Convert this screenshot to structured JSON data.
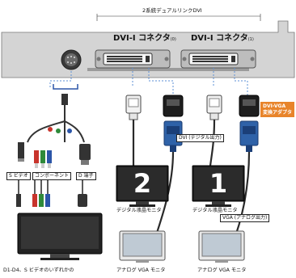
{
  "title": "2系統デュアルリンクDVI",
  "ports": {
    "left_label": "DVI-I コネクタ",
    "left_tag": "(0)",
    "right_label": "DVI-I コネクタ",
    "right_tag": "(1)"
  },
  "adapter_label_line1": "DVI-VGA",
  "adapter_label_line2": "変換アダプタ",
  "digital_output_label": "DVI (デジタル出力)",
  "vga_output_label": "VGA (アナログ出力)",
  "monitors": {
    "digital_2_number": "2",
    "digital_1_number": "1",
    "digital_2_label": "デジタル液晶モニタ",
    "digital_1_label": "デジタル液晶モニタ",
    "analog_left_label": "アナログ VGA モニタ",
    "analog_right_label": "アナログ VGA モニタ"
  },
  "video_cables": {
    "svideo": "S ビデオ",
    "component": "コンポーネント",
    "d_terminal": "D 端子"
  },
  "tv_label": "D1-D4、S ビデオのいずれかの",
  "colors": {
    "bracket": "#c9c9c9",
    "dvi_blue": "#2f62a8",
    "orange": "#e8842a",
    "screen": "#1c1c1c",
    "cable_red": "#c8342c",
    "cable_green": "#2e8a3a",
    "cable_blue": "#2b55a8"
  }
}
